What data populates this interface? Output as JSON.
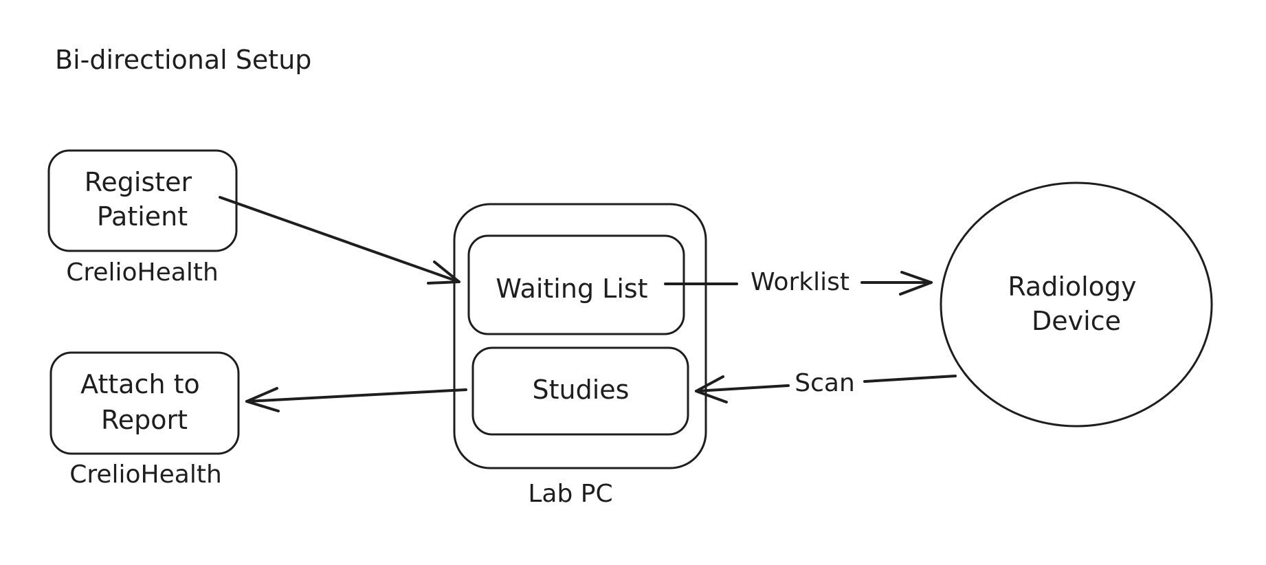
{
  "title": "Bi-directional Setup",
  "nodes": {
    "register": {
      "lines": [
        "Register",
        "Patient"
      ],
      "caption": "CrelioHealth"
    },
    "attach": {
      "lines": [
        "Attach to",
        "Report"
      ],
      "caption": "CrelioHealth"
    },
    "lab_pc": {
      "caption": "Lab PC"
    },
    "waiting_list": {
      "label": "Waiting List"
    },
    "studies": {
      "label": "Studies"
    },
    "radiology": {
      "lines": [
        "Radiology",
        "Device"
      ]
    }
  },
  "edges": {
    "worklist": {
      "label": "Worklist"
    },
    "scan": {
      "label": "Scan"
    }
  }
}
